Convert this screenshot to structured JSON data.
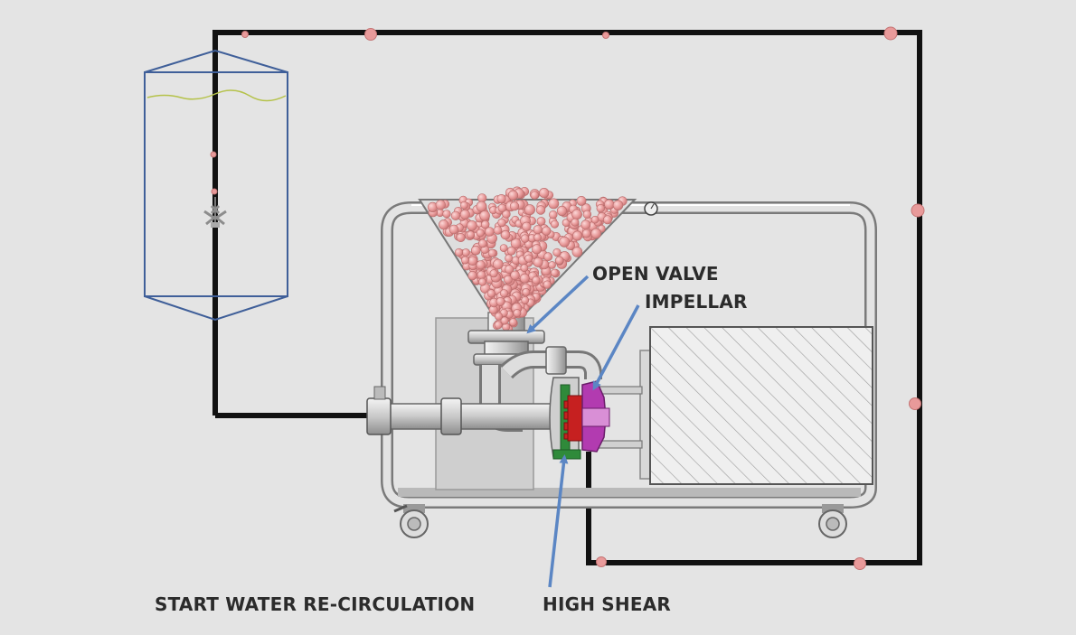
{
  "diagram": {
    "labels": {
      "open_valve": "OPEN VALVE",
      "impellar": "IMPELLAR",
      "start_recirculation": "START WATER RE-CIRCULATION",
      "high_shear": "HIGH SHEAR"
    },
    "colors": {
      "background": "#e4e4e4",
      "pipe_loop": "#111111",
      "particles": "#e89a9a",
      "particle_stroke": "#b86a6a",
      "tank_outline": "#3f5f99",
      "water_line": "#b5c24a",
      "arrows": "#5b86c4",
      "frame_steel": "#b8b8b8",
      "rotor_red": "#c62020",
      "stator_green": "#2f8a3a",
      "impeller_magenta": "#b23bb0"
    },
    "icons": [
      "mixer-head-icon",
      "caster-wheel-icon",
      "pressure-gauge-icon"
    ]
  }
}
